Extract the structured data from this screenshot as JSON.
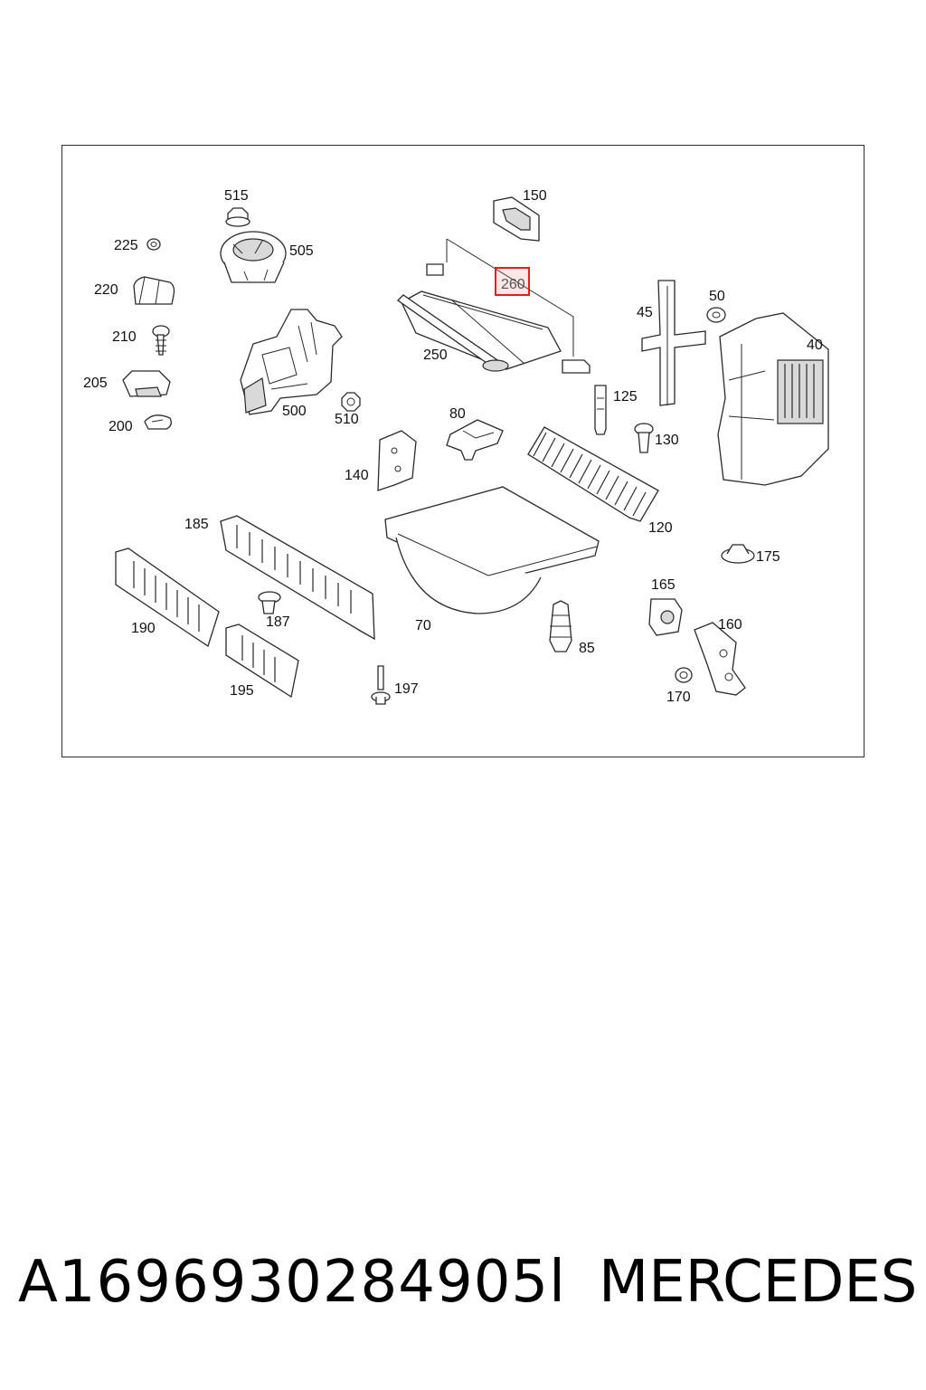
{
  "labels": {
    "l515": "515",
    "l150": "150",
    "l225": "225",
    "l505": "505",
    "l220": "220",
    "l260": "260",
    "l50": "50",
    "l45": "45",
    "l40": "40",
    "l210": "210",
    "l250": "250",
    "l205": "205",
    "l125": "125",
    "l500": "500",
    "l510": "510",
    "l80": "80",
    "l200": "200",
    "l130": "130",
    "l140": "140",
    "l120": "120",
    "l185": "185",
    "l175": "175",
    "l165": "165",
    "l187": "187",
    "l190": "190",
    "l160": "160",
    "l70": "70",
    "l85": "85",
    "l195": "195",
    "l197": "197",
    "l170": "170"
  },
  "highlight": {
    "label": "260",
    "color": "#e0201c"
  },
  "footer": {
    "part_number": "A1696930284905l",
    "brand": "MERCEDES"
  }
}
